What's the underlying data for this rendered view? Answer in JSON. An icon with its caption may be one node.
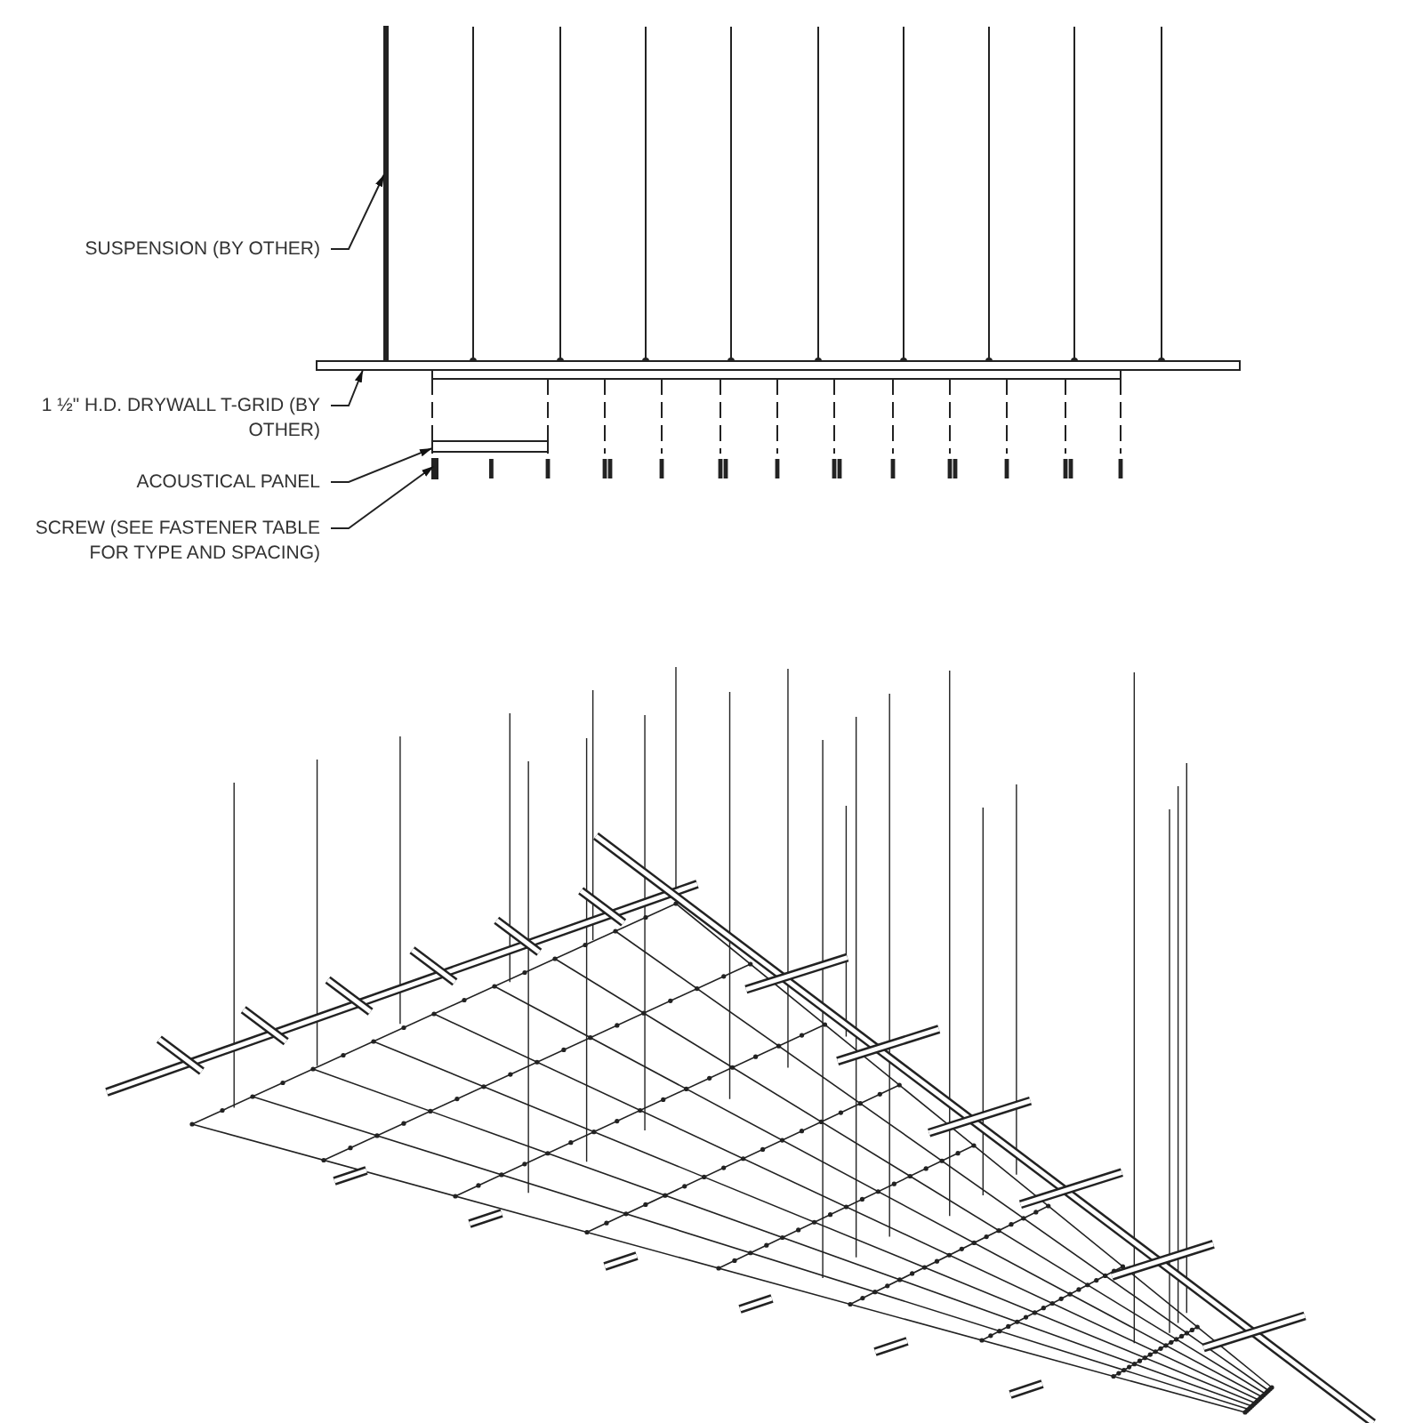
{
  "diagram": {
    "nodes": [
      {
        "text": [
          "SUSPENSION (BY OTHER)"
        ]
      },
      {
        "text": [
          "1 ½\" H.D. DRYWALL T-GRID (BY OTHER)"
        ]
      },
      {
        "text": [
          "ACOUSTICAL PANEL"
        ]
      },
      {
        "text": [
          "SCREW (SEE FASTENER TABLE FOR TYPE AND SPACING)"
        ]
      },
      {
        "text": [],
        "shape": "bar"
      },
      {
        "text": [],
        "shape": "bar"
      },
      {
        "text": [],
        "shape": "box"
      },
      {
        "text": [],
        "shape": "bar"
      }
    ],
    "edges": [
      {
        "from": 0,
        "to": 4,
        "arrow": "to"
      },
      {
        "from": 1,
        "to": 5,
        "arrow": "to"
      },
      {
        "from": 2,
        "to": 6,
        "arrow": "to"
      },
      {
        "from": 3,
        "to": 7,
        "arrow": "to"
      }
    ]
  }
}
